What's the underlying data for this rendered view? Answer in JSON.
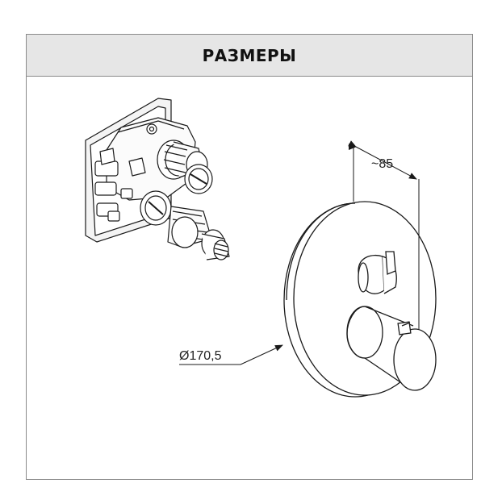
{
  "header": {
    "title": "РАЗМЕРЫ"
  },
  "dimensions": {
    "depth_label": "~85",
    "diameter_label": "Ø170,5"
  },
  "colors": {
    "header_bg": "#e6e6e6",
    "border": "#8a8a8a",
    "line": "#1a1a1a"
  }
}
